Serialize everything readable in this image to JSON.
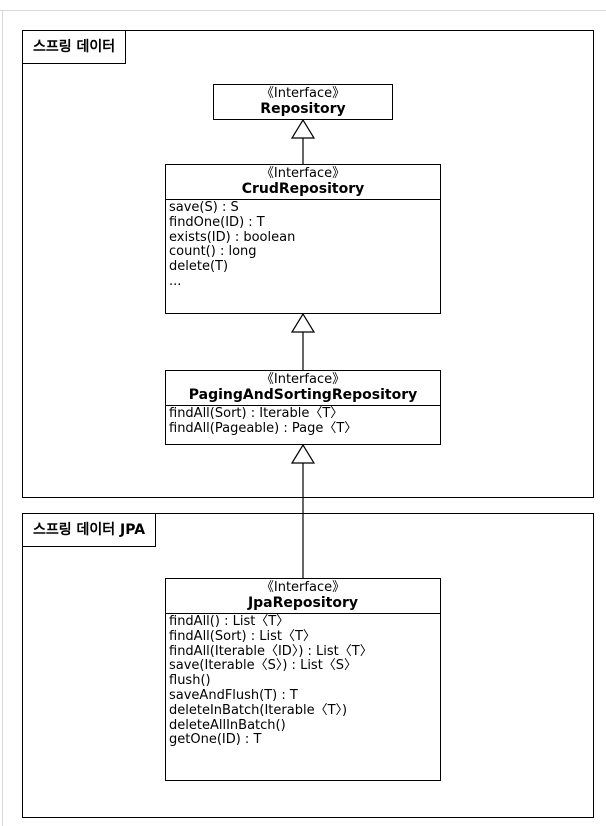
{
  "packages": {
    "spring_data": "스프링 데이터",
    "spring_data_jpa": "스프링 데이터 JPA"
  },
  "classes": {
    "repository": {
      "stereotype": "《Interface》",
      "name": "Repository",
      "operations": []
    },
    "crud_repository": {
      "stereotype": "《Interface》",
      "name": "CrudRepository",
      "operations": [
        "save(S) : S",
        "findOne(ID) : T",
        "exists(ID) : boolean",
        "count() : long",
        "delete(T)",
        "..."
      ]
    },
    "paging_and_sorting_repository": {
      "stereotype": "《Interface》",
      "name": "PagingAndSortingRepository",
      "operations": [
        "findAll(Sort) : Iterable〈T〉",
        "findAll(Pageable) : Page〈T〉"
      ]
    },
    "jpa_repository": {
      "stereotype": "《Interface》",
      "name": "JpaRepository",
      "operations": [
        "findAll() : List〈T〉",
        "findAll(Sort) : List〈T〉",
        "findAll(Iterable〈ID〉) : List〈T〉",
        "save(Iterable〈S〉) : List〈S〉",
        "flush()",
        "saveAndFlush(T) : T",
        "deleteInBatch(Iterable〈T〉)",
        "deleteAllInBatch()",
        "getOne(ID) : T"
      ]
    }
  }
}
